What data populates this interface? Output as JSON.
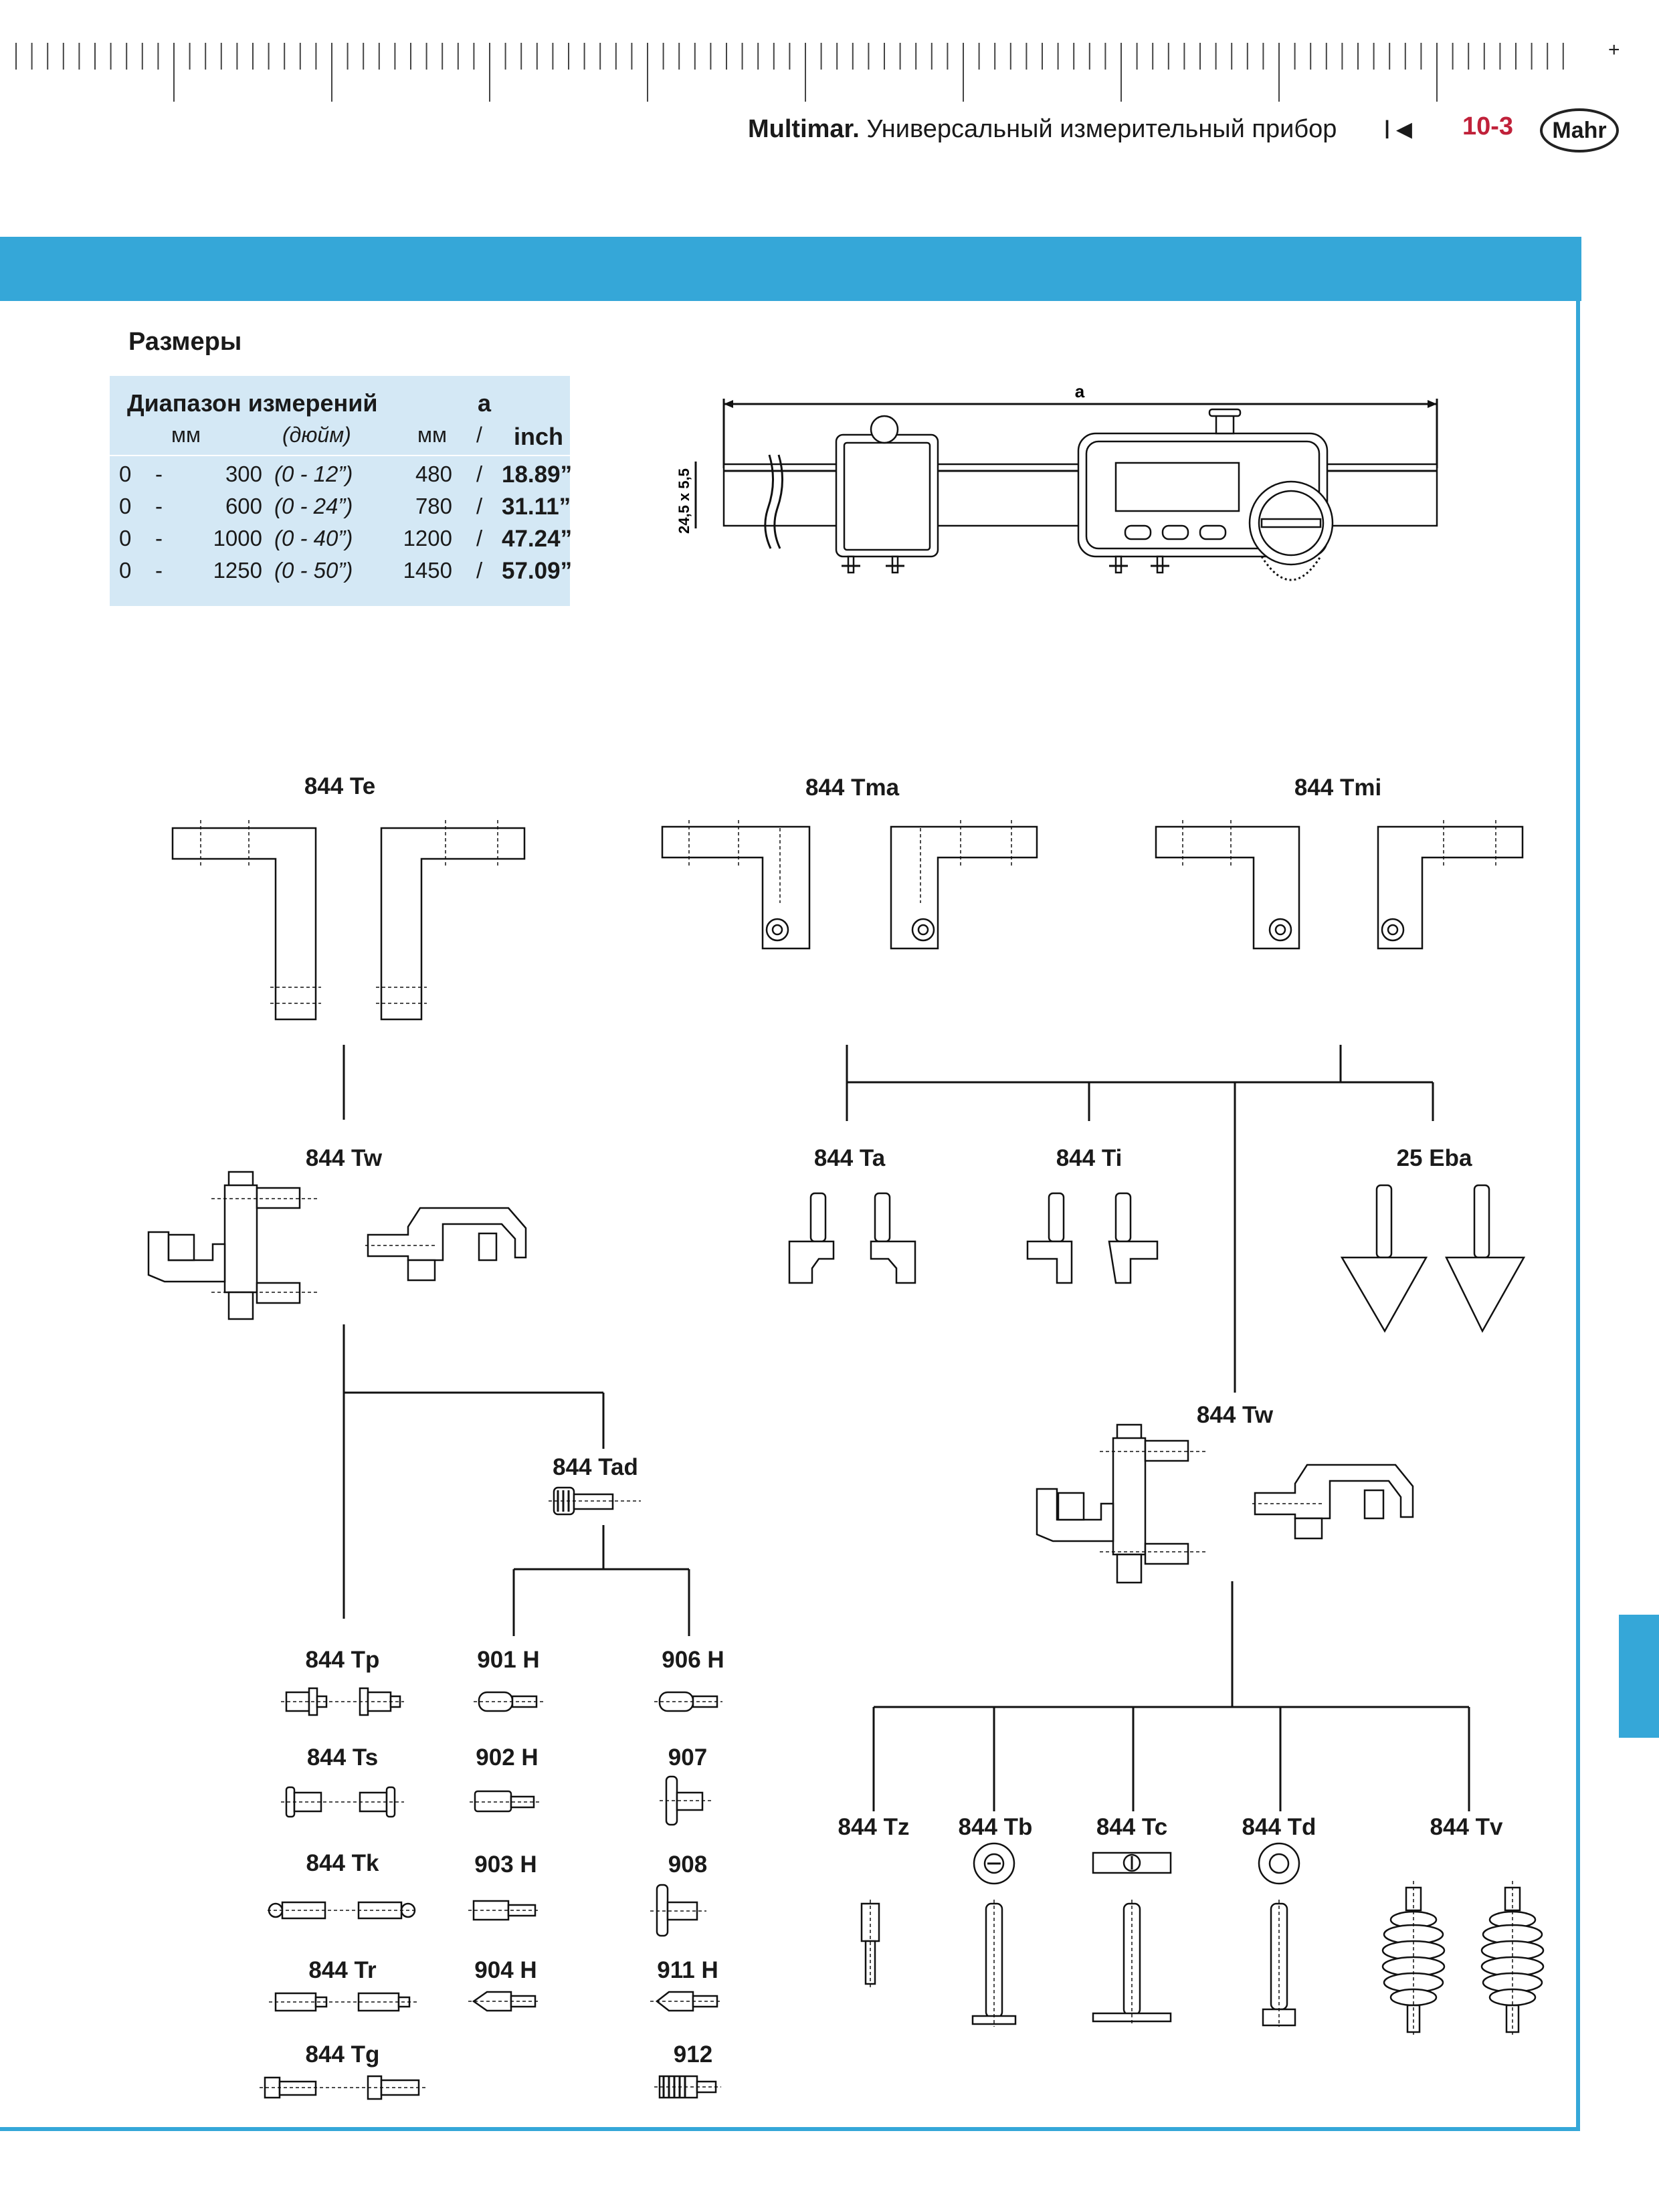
{
  "header": {
    "brand": "Multimar.",
    "title": " Универсальный измерительный прибор",
    "arrow": "I◄",
    "page": "10-3",
    "logo": "Mahr"
  },
  "section": {
    "title": "Размеры"
  },
  "dim_table": {
    "head_range": "Диапазон измерений",
    "head_a": "a",
    "sub_mm": "мм",
    "sub_inch_paren": "(дюйм)",
    "sub_mm2": "мм",
    "sub_slash": "/",
    "sub_inch": "inch",
    "rows": [
      {
        "from": "0",
        "dash": "-",
        "to": "300",
        "inch": "(0  -  12”)",
        "mm": "480",
        "slash": "/",
        "in": "18.89”"
      },
      {
        "from": "0",
        "dash": "-",
        "to": "600",
        "inch": "(0  -  24”)",
        "mm": "780",
        "slash": "/",
        "in": "31.11”"
      },
      {
        "from": "0",
        "dash": "-",
        "to": "1000",
        "inch": "(0  -  40”)",
        "mm": "1200",
        "slash": "/",
        "in": "47.24”"
      },
      {
        "from": "0",
        "dash": "-",
        "to": "1250",
        "inch": "(0  -  50”)",
        "mm": "1450",
        "slash": "/",
        "in": "57.09”"
      }
    ]
  },
  "device_drawing": {
    "dim_a": "a",
    "dim_height": "24,5 x 5,5"
  },
  "parts": {
    "te": "844 Te",
    "tma": "844 Tma",
    "tmi": "844 Tmi",
    "tw_left": "844 Tw",
    "ta": "844 Ta",
    "ti": "844 Ti",
    "eba": "25 Eba",
    "tw_right": "844 Tw",
    "tad": "844 Tad",
    "tp": "844 Tp",
    "h901": "901 H",
    "h906": "906 H",
    "ts": "844 Ts",
    "h902": "902 H",
    "p907": "907",
    "tk": "844 Tk",
    "h903": "903 H",
    "p908": "908",
    "tr": "844 Tr",
    "h904": "904 H",
    "h911": "911 H",
    "tg": "844 Tg",
    "p912": "912",
    "tz": "844 Tz",
    "tb": "844 Tb",
    "tc": "844 Tc",
    "td": "844 Td",
    "tv": "844 Tv"
  }
}
